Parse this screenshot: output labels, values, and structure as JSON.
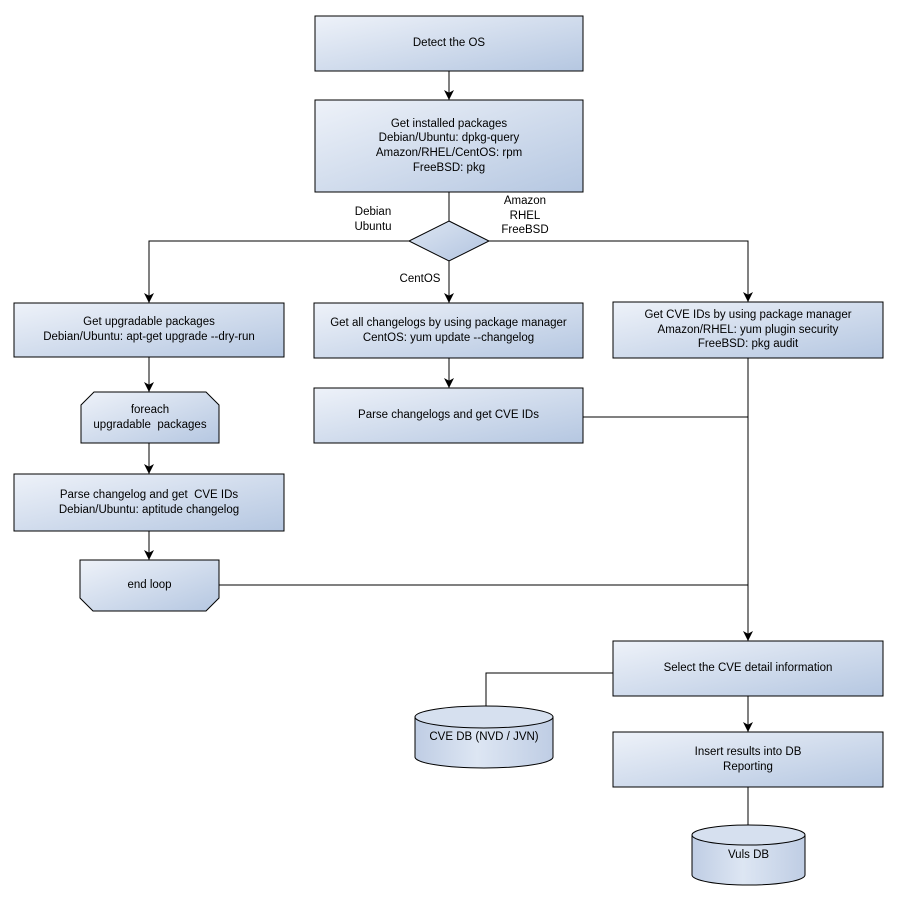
{
  "title": "Vulnerability scan flowchart",
  "colors": {
    "background": "#ffffff",
    "line": "#000000",
    "box_gradient_light": "#eef2f9",
    "box_gradient_dark": "#b5c7e1",
    "diamond_gradient_light": "#dde6f2",
    "diamond_gradient_dark": "#b2c4e0",
    "cylinder_edge": "#bfcde4",
    "cylinder_light": "#dde6f3",
    "cylinder_top": "#d6e0ef"
  },
  "nodes": {
    "detect_os": {
      "label": "Detect the OS"
    },
    "get_installed": {
      "label": "Get installed packages\nDebian/Ubuntu: dpkg-query\nAmazon/RHEL/CentOS: rpm\nFreeBSD: pkg"
    },
    "get_upgradable": {
      "label": "Get upgradable packages\nDebian/Ubuntu: apt-get upgrade --dry-run"
    },
    "foreach_loop": {
      "label": "foreach\nupgradable  packages"
    },
    "parse_changelog_deb": {
      "label": "Parse changelog and get  CVE IDs\nDebian/Ubuntu: aptitude changelog"
    },
    "end_loop": {
      "label": "end loop"
    },
    "get_changelogs": {
      "label": "Get all changelogs by using package manager\nCentOS: yum update --changelog"
    },
    "parse_changelogs": {
      "label": "Parse changelogs and get CVE IDs"
    },
    "get_cve_ids": {
      "label": "Get CVE IDs by using package manager\nAmazon/RHEL: yum plugin security\nFreeBSD: pkg audit"
    },
    "select_cve_detail": {
      "label": "Select the CVE detail information"
    },
    "cve_db": {
      "label": "CVE DB (NVD / JVN)"
    },
    "insert_results": {
      "label": "Insert results into DB\nReporting"
    },
    "vuls_db": {
      "label": "Vuls DB"
    }
  },
  "edge_labels": {
    "debian_ubuntu": "Debian\nUbuntu",
    "amazon_rhel_freebsd": "Amazon\nRHEL\nFreeBSD",
    "centos": "CentOS"
  }
}
